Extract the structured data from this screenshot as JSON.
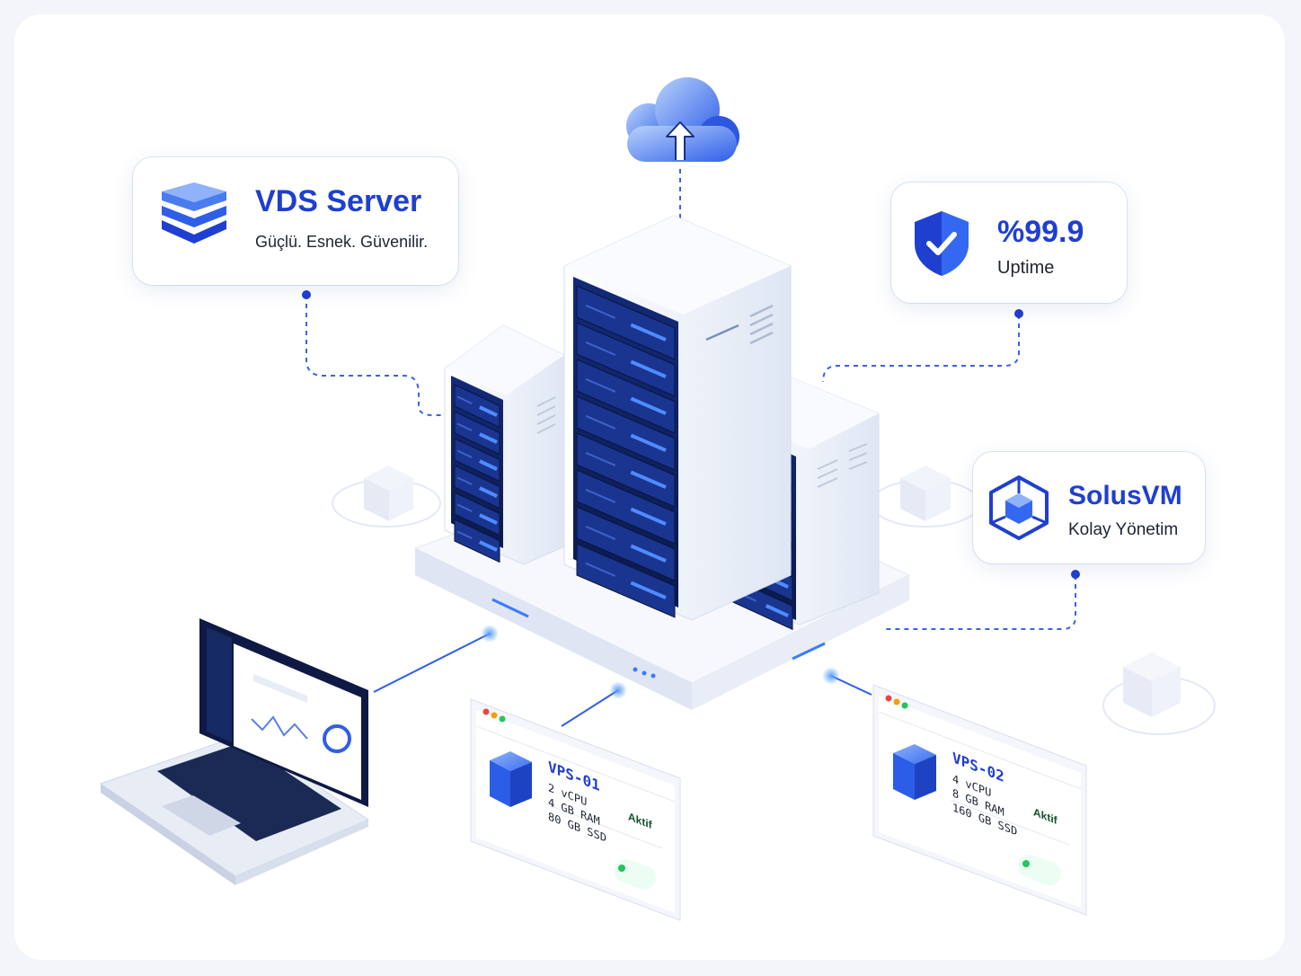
{
  "cards": {
    "vds": {
      "title": "VDS Server",
      "subtitle": "Güçlü. Esnek. Güvenilir.",
      "icon": "layers-icon"
    },
    "uptime": {
      "title": "%99.9",
      "subtitle": "Uptime",
      "icon": "shield-check-icon"
    },
    "solusvm": {
      "title": "SolusVM",
      "subtitle": "Kolay Yönetim",
      "icon": "cube-icon"
    }
  },
  "vps": [
    {
      "name": "VPS-01",
      "cpu": "2 vCPU",
      "ram": "4 GB RAM",
      "disk": "80 GB SSD",
      "status": "Aktif"
    },
    {
      "name": "VPS-02",
      "cpu": "4 vCPU",
      "ram": "8 GB RAM",
      "disk": "160 GB SSD",
      "status": "Aktif"
    }
  ],
  "colors": {
    "accent": "#1f3fd0",
    "accent_light": "#4a7cf0",
    "status_green": "#22c55e",
    "rack_dark": "#0d1d55"
  },
  "icons": [
    "cloud-upload-icon",
    "layers-icon",
    "shield-check-icon",
    "cube-icon",
    "laptop-icon"
  ]
}
